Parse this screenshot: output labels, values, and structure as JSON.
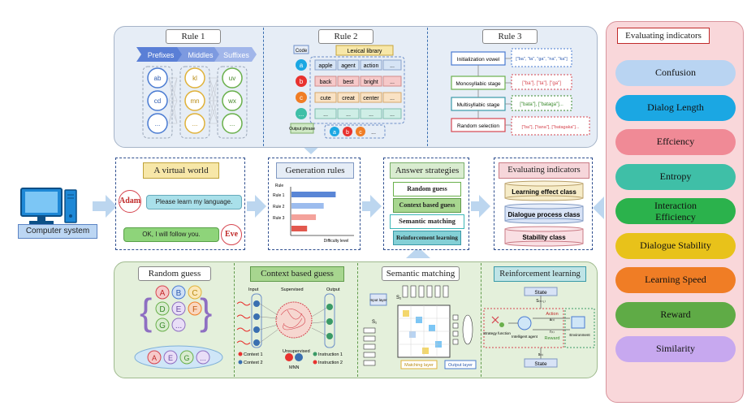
{
  "computer": {
    "label": "Computer system"
  },
  "rules": {
    "rule1": {
      "title": "Rule 1",
      "headers": [
        "Prefixes",
        "Middles",
        "Suffixes"
      ],
      "col1": [
        "ab",
        "cd",
        "..."
      ],
      "col2": [
        "kl",
        "mn",
        "..."
      ],
      "col3": [
        "uv",
        "wx",
        "..."
      ]
    },
    "rule2": {
      "title": "Rule 2",
      "code_label": "Code",
      "lexical_label": "Lexical library",
      "codes": [
        "a",
        "b",
        "c",
        "..."
      ],
      "rows": [
        [
          "apple",
          "agent",
          "action",
          "..."
        ],
        [
          "back",
          "best",
          "bright",
          "..."
        ],
        [
          "cute",
          "creat",
          "center",
          "..."
        ],
        [
          "...",
          "...",
          "...",
          "..."
        ]
      ],
      "output_label": "Output phrase",
      "output": [
        "a",
        "b",
        "c",
        "..."
      ]
    },
    "rule3": {
      "title": "Rule 3",
      "stages": [
        "Initialization vowel",
        "Monosyllabic stage",
        "Multisyllabic stage",
        "Random selection"
      ],
      "outputs": [
        "[\"ba\", \"ta\", \"ga\", \"na\", \"ka\"]",
        "[\"ba\"], [\"ta\"], [\"ga\"]",
        "[\"bata\"], [\"bataga\"]...",
        "[\"ba\"], [\"tana\"], [\"batagaka\"]..."
      ]
    }
  },
  "virtual_world": {
    "title": "A virtual world",
    "adam": "Adam",
    "eve": "Eve",
    "msg1": "Please learn my language.",
    "msg2": "OK, I will follow you."
  },
  "generation": {
    "title": "Generation rules",
    "axis_y": "Rule",
    "axis_x": "Difficulty level",
    "bars": [
      {
        "name": "Rule 1",
        "value": 0.85
      },
      {
        "name": "Rule 2",
        "value": 0.62
      },
      {
        "name": "Rule 3",
        "value": 0.47
      },
      {
        "name": "",
        "value": 0.3
      }
    ]
  },
  "answer": {
    "title": "Answer strategies",
    "items": [
      "Random guess",
      "Context based guess",
      "Semantic matching",
      "Reinforcement learning"
    ]
  },
  "evaluating_center": {
    "title": "Evaluating indicators",
    "classes": [
      "Learning effect class",
      "Dialogue process class",
      "Stability class"
    ]
  },
  "bottom": {
    "random": {
      "title": "Random guess",
      "letters": [
        "A",
        "B",
        "C",
        "D",
        "E",
        "F",
        "G",
        "..."
      ],
      "result": [
        "A",
        "E",
        "G",
        "..."
      ]
    },
    "context": {
      "title": "Context based guess",
      "input": "Input",
      "supervised": "Supervised",
      "output": "Output",
      "unsupervised": "Unsupervised",
      "mnn": "MNN",
      "context1": "Context 1",
      "context2": "Context 2",
      "instruction1": "Instruction 1",
      "instruction2": "Instruction 2"
    },
    "semantic": {
      "title": "Semantic matching",
      "input_layer": "Input layer",
      "s1": "S₁",
      "s2": "S₂",
      "matching_layer": "Matching layer",
      "output_layer": "Output layer"
    },
    "rl": {
      "title": "Reinforcement learning",
      "state": "State",
      "s_next": "S₍ₜ₊₁₎",
      "action": "Action",
      "a_t": "a₍ₜ₎",
      "strategy": "Strategy function",
      "agent": "Intelligent agent",
      "reward": "Reward",
      "r_t": "r₍ₜ₎",
      "environment": "Environment",
      "s_t": "s₍ₜ₎",
      "state2": "State"
    }
  },
  "right_panel": {
    "title": "Evaluating indicators",
    "items": [
      {
        "label": "Confusion",
        "color": "#b9d4f2"
      },
      {
        "label": "Dialog Length",
        "color": "#1ba7e3"
      },
      {
        "label": "Effciency",
        "color": "#f08a96"
      },
      {
        "label": "Entropy",
        "color": "#3fbfa7"
      },
      {
        "label": "Interaction\nEfficiency",
        "color": "#2bb24c"
      },
      {
        "label": "Dialogue Stability",
        "color": "#e8c21a"
      },
      {
        "label": "Learning Speed",
        "color": "#f07d25"
      },
      {
        "label": "Reward",
        "color": "#5fab46"
      },
      {
        "label": "Similarity",
        "color": "#c7a8ef"
      }
    ]
  }
}
